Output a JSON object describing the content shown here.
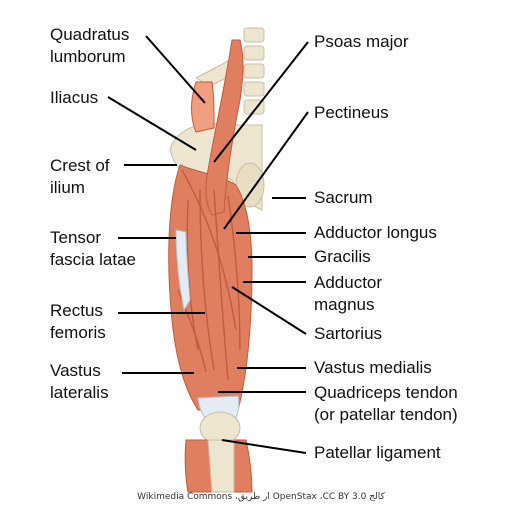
{
  "labels": {
    "quadratus_lumborum": "Quadratus\nlumborum",
    "iliacus": "Iliacus",
    "crest_of_ilium": "Crest of\nilium",
    "tensor_fascia_latae": "Tensor\nfascia latae",
    "rectus_femoris": "Rectus\nfemoris",
    "vastus_lateralis": "Vastus\nlateralis",
    "psoas_major": "Psoas major",
    "pectineus": "Pectineus",
    "sacrum": "Sacrum",
    "adductor_longus": "Adductor longus",
    "gracilis": "Gracilis",
    "adductor_magnus": "Adductor\nmagnus",
    "sartorius": "Sartorius",
    "vastus_medialis": "Vastus medialis",
    "quadriceps_tendon": "Quadriceps tendon\n(or patellar tendon)",
    "patellar_ligament": "Patellar ligament"
  },
  "credit": "Wikimedia Commons ،ار طریق OpenStax ،CC BY 3.0 کالج",
  "colors": {
    "muscle": "#e07f5f",
    "muscle_dark": "#c25a3c",
    "muscle_light": "#ef9f80",
    "bone": "#ede5cf",
    "bone_edge": "#c9bfa2",
    "tendon": "#e4ebf2",
    "leader_line": "#000000"
  }
}
